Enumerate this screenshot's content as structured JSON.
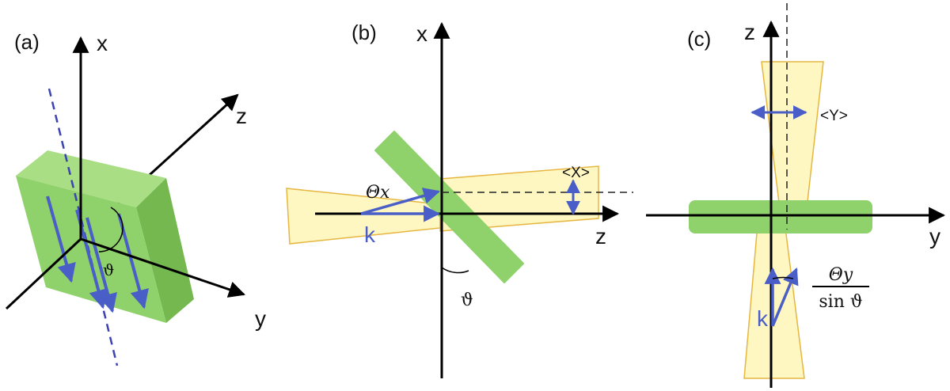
{
  "panels": {
    "a": {
      "tag": "(a)",
      "axis_x": "x",
      "axis_y": "y",
      "axis_z": "z",
      "angle": "ϑ"
    },
    "b": {
      "tag": "(b)",
      "axis_x": "x",
      "axis_z": "z",
      "beam_divergence": "Θx",
      "wavevector": "k",
      "mean_offset": "<X>",
      "angle": "ϑ"
    },
    "c": {
      "tag": "(c)",
      "axis_z": "z",
      "axis_y": "y",
      "mean_offset": "<Y>",
      "wavevector": "k",
      "fraction_numerator": "Θy",
      "fraction_denominator": "sin ϑ"
    }
  },
  "colors": {
    "crystal_front": "#8fd16a",
    "crystal_side": "#74b84f",
    "crystal_top": "#a9de85",
    "beam_fill": "#fff7c2",
    "beam_stroke": "#e6b640",
    "vector": "#4a5ec8",
    "axis": "#000000",
    "dashed_line": "#3a43b0"
  }
}
